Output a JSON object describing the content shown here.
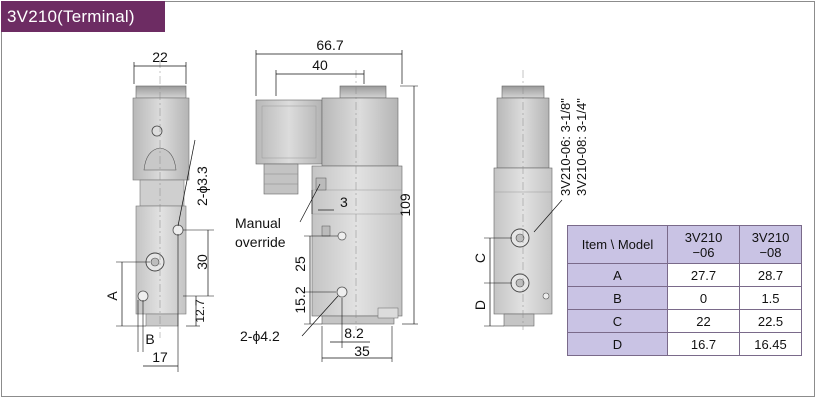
{
  "title": "3V210(Terminal)",
  "front_view": {
    "width_dim": "22",
    "hole_dim": "2-ϕ3.3",
    "dim_30": "30",
    "dim_12_7": "12.7",
    "label_a": "A",
    "label_b": "B",
    "dim_17": "17"
  },
  "side_view": {
    "overall_dim": "66.7",
    "coil_dim": "40",
    "dim_3": "3",
    "manual_override_line1": "Manual",
    "manual_override_line2": "override",
    "dim_25": "25",
    "dim_15_2": "15.2",
    "hole_dim": "2-ϕ4.2",
    "dim_8_2": "8.2",
    "dim_35": "35",
    "height_dim": "109"
  },
  "end_view": {
    "thread_1": "3V210-06: 3-1/8\"",
    "thread_2": "3V210-08: 3-1/4\"",
    "label_c": "C",
    "label_d": "D"
  },
  "colors": {
    "title_bg": "#6d2c63",
    "header_bg": "#c9c3e4",
    "body_gray": "#d7d7d7"
  },
  "spec_table": {
    "header": [
      "Item \\ Model",
      "3V210 −06",
      "3V210 −08"
    ],
    "header_model1_line1": "3V210",
    "header_model1_line2": "−06",
    "header_model2_line1": "3V210",
    "header_model2_line2": "−08",
    "rows": [
      {
        "item": "A",
        "v06": "27.7",
        "v08": "28.7"
      },
      {
        "item": "B",
        "v06": "0",
        "v08": "1.5"
      },
      {
        "item": "C",
        "v06": "22",
        "v08": "22.5"
      },
      {
        "item": "D",
        "v06": "16.7",
        "v08": "16.45"
      }
    ]
  }
}
